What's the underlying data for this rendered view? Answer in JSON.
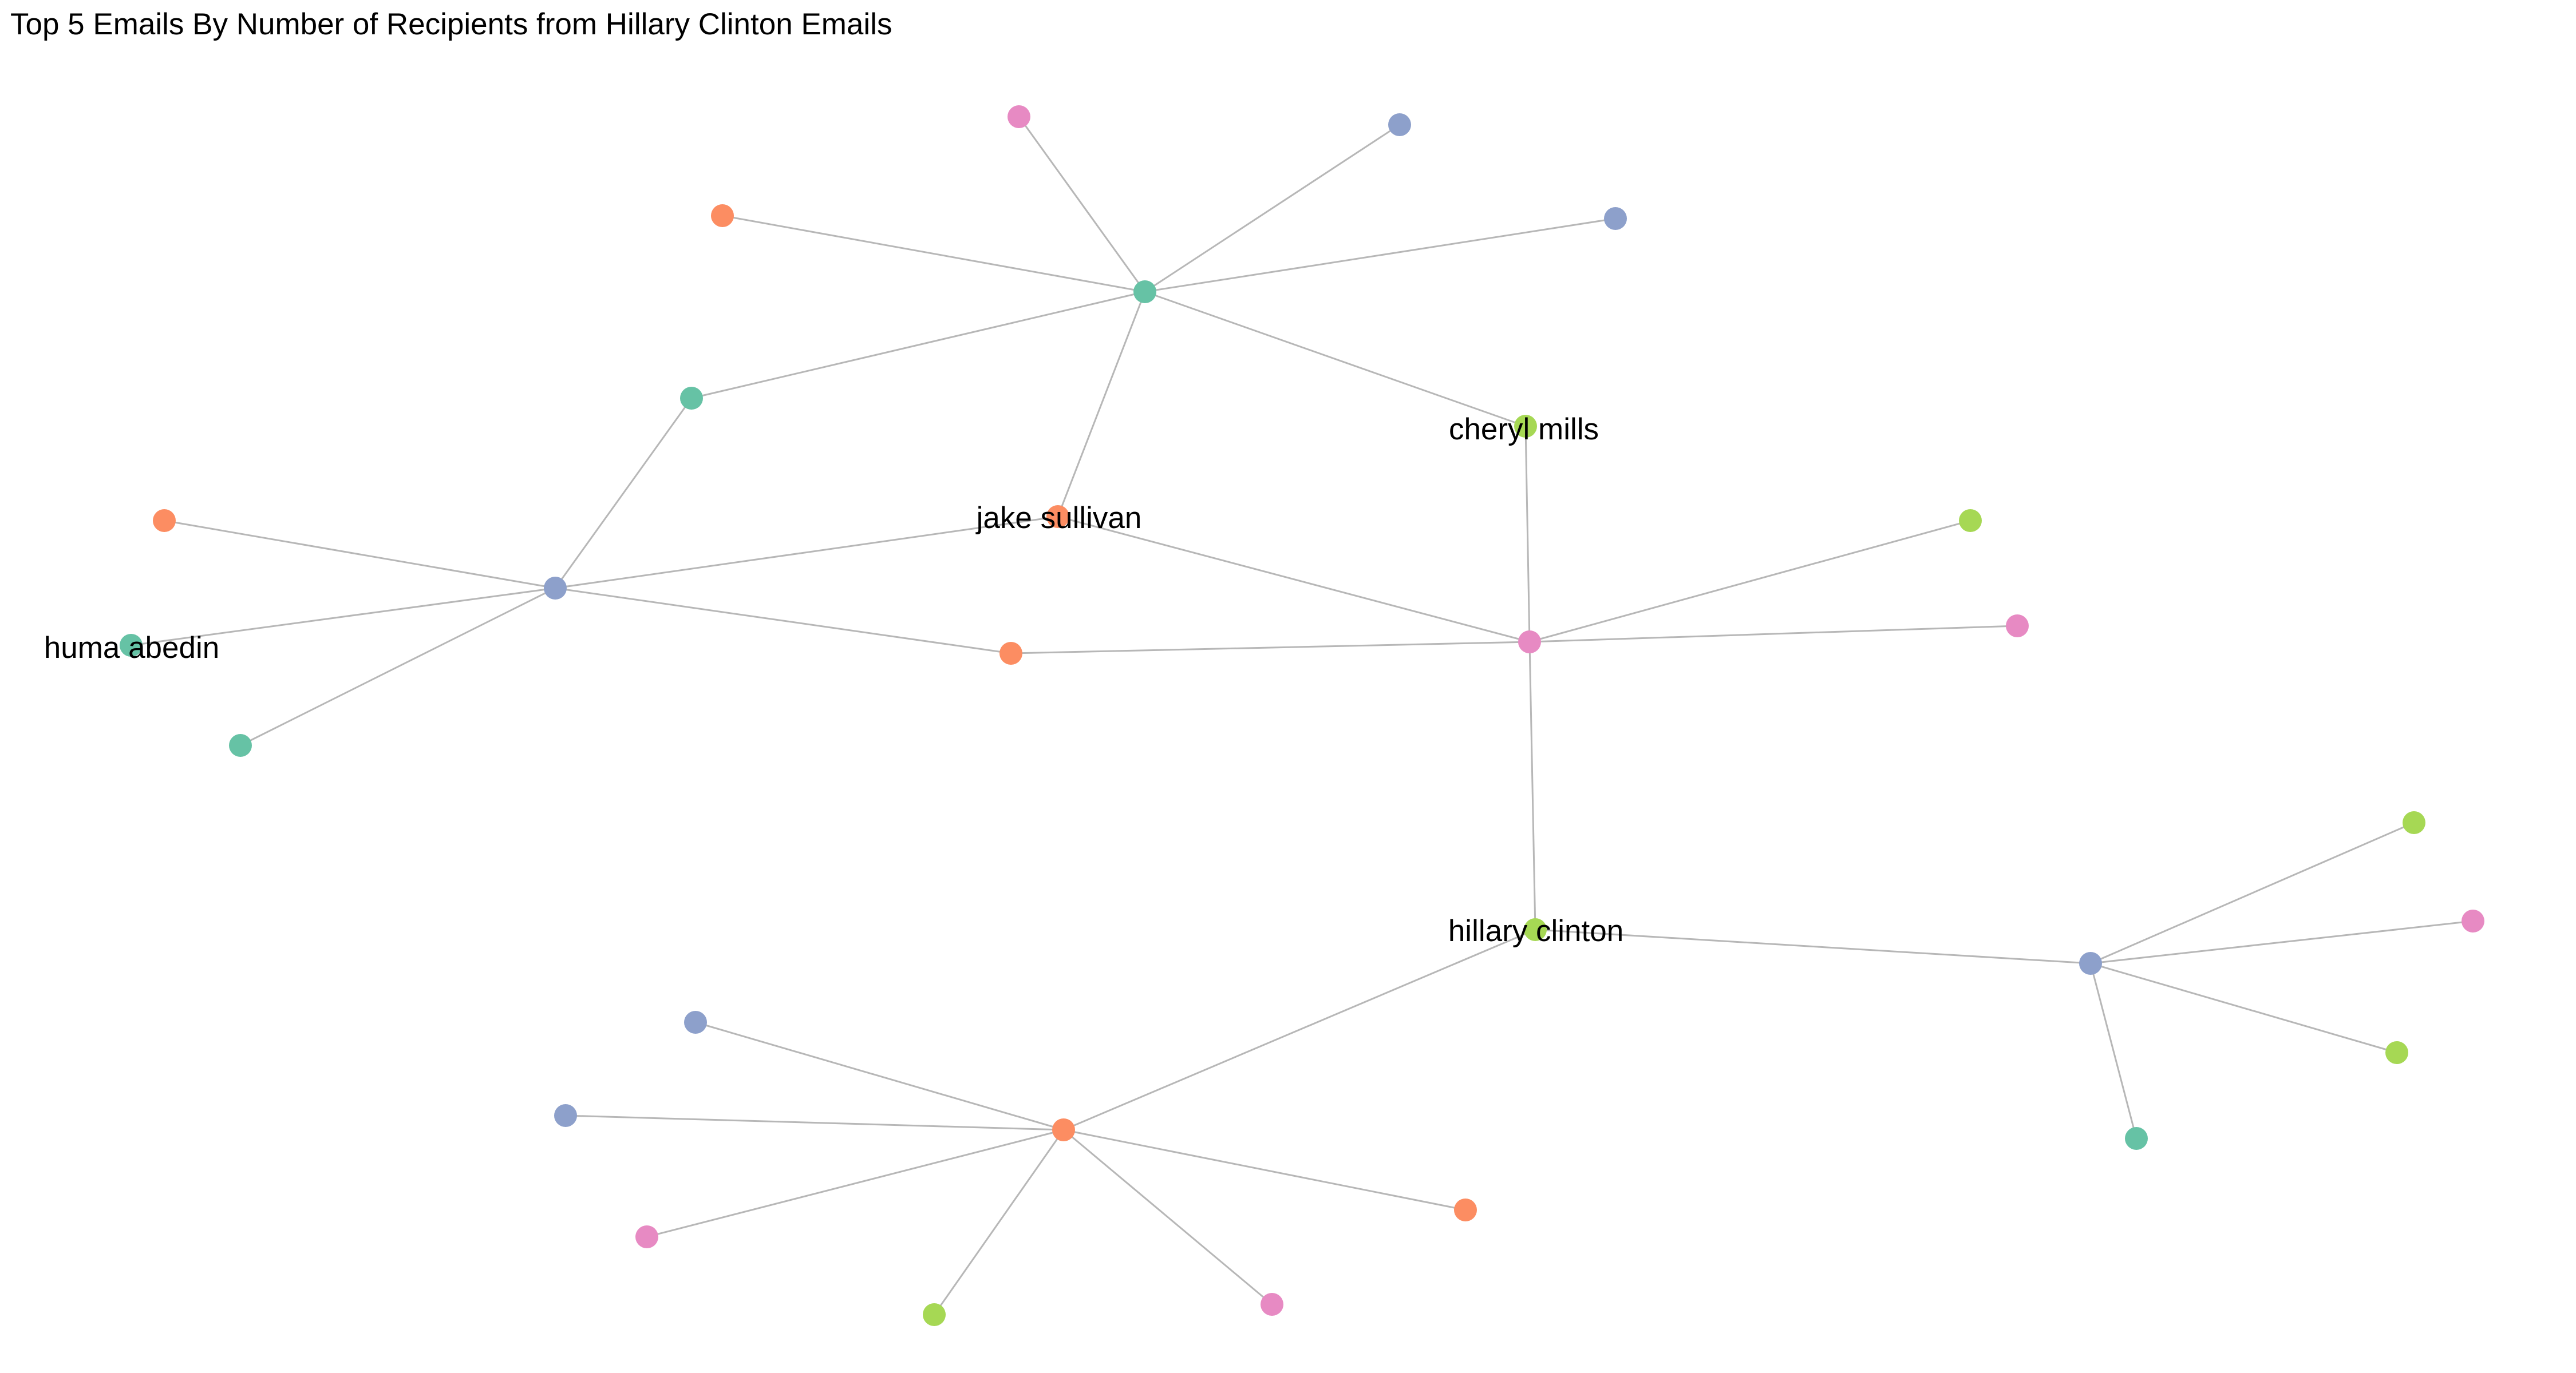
{
  "title": "Top 5 Emails By Number of Recipients from Hillary Clinton Emails",
  "palette": {
    "teal": "#66c2a5",
    "orange": "#fc8d62",
    "blue": "#8da0cb",
    "pink": "#e78ac3",
    "green": "#a6d854",
    "edge": "#999999"
  },
  "nodes": [
    {
      "id": "hub-top",
      "color": "teal",
      "label": ""
    },
    {
      "id": "huma-abedin-hub",
      "color": "blue",
      "label": ""
    },
    {
      "id": "cheryl-mills-hub",
      "color": "pink",
      "label": ""
    },
    {
      "id": "hillary-clinton",
      "color": "green",
      "label": "hillary clinton"
    },
    {
      "id": "hub-bottom",
      "color": "orange",
      "label": ""
    },
    {
      "id": "hub-right",
      "color": "blue",
      "label": ""
    },
    {
      "id": "cheryl-mills",
      "color": "green",
      "label": "cheryl mills"
    },
    {
      "id": "jake-sullivan",
      "color": "orange",
      "label": "jake sullivan"
    },
    {
      "id": "huma-abedin",
      "color": "teal",
      "label": "huma abedin"
    },
    {
      "id": "n-a1",
      "color": "pink",
      "label": ""
    },
    {
      "id": "n-a2",
      "color": "blue",
      "label": ""
    },
    {
      "id": "n-a3",
      "color": "orange",
      "label": ""
    },
    {
      "id": "n-a4",
      "color": "blue",
      "label": ""
    },
    {
      "id": "n-a5",
      "color": "teal",
      "label": ""
    },
    {
      "id": "n-b1",
      "color": "orange",
      "label": ""
    },
    {
      "id": "n-b2",
      "color": "teal",
      "label": ""
    },
    {
      "id": "n-b3",
      "color": "orange",
      "label": ""
    },
    {
      "id": "n-c1",
      "color": "green",
      "label": ""
    },
    {
      "id": "n-c2",
      "color": "pink",
      "label": ""
    },
    {
      "id": "n-d1",
      "color": "blue",
      "label": ""
    },
    {
      "id": "n-d2",
      "color": "blue",
      "label": ""
    },
    {
      "id": "n-d3",
      "color": "pink",
      "label": ""
    },
    {
      "id": "n-d4",
      "color": "green",
      "label": ""
    },
    {
      "id": "n-d5",
      "color": "pink",
      "label": ""
    },
    {
      "id": "n-d6",
      "color": "orange",
      "label": ""
    },
    {
      "id": "n-e1",
      "color": "green",
      "label": ""
    },
    {
      "id": "n-e2",
      "color": "pink",
      "label": ""
    },
    {
      "id": "n-e3",
      "color": "green",
      "label": ""
    },
    {
      "id": "n-e4",
      "color": "teal",
      "label": ""
    }
  ],
  "edges": [
    [
      "hub-top",
      "n-a1"
    ],
    [
      "hub-top",
      "n-a2"
    ],
    [
      "hub-top",
      "n-a3"
    ],
    [
      "hub-top",
      "n-a4"
    ],
    [
      "hub-top",
      "n-a5"
    ],
    [
      "hub-top",
      "cheryl-mills"
    ],
    [
      "hub-top",
      "jake-sullivan"
    ],
    [
      "huma-abedin-hub",
      "n-a5"
    ],
    [
      "huma-abedin-hub",
      "n-b1"
    ],
    [
      "huma-abedin-hub",
      "huma-abedin"
    ],
    [
      "huma-abedin-hub",
      "n-b2"
    ],
    [
      "huma-abedin-hub",
      "jake-sullivan"
    ],
    [
      "huma-abedin-hub",
      "n-b3"
    ],
    [
      "cheryl-mills-hub",
      "cheryl-mills"
    ],
    [
      "cheryl-mills-hub",
      "jake-sullivan"
    ],
    [
      "cheryl-mills-hub",
      "n-b3"
    ],
    [
      "cheryl-mills-hub",
      "n-c1"
    ],
    [
      "cheryl-mills-hub",
      "n-c2"
    ],
    [
      "cheryl-mills-hub",
      "hillary-clinton"
    ],
    [
      "hillary-clinton",
      "hub-bottom"
    ],
    [
      "hillary-clinton",
      "hub-right"
    ],
    [
      "hub-bottom",
      "n-d1"
    ],
    [
      "hub-bottom",
      "n-d2"
    ],
    [
      "hub-bottom",
      "n-d3"
    ],
    [
      "hub-bottom",
      "n-d4"
    ],
    [
      "hub-bottom",
      "n-d5"
    ],
    [
      "hub-bottom",
      "n-d6"
    ],
    [
      "hub-right",
      "n-e1"
    ],
    [
      "hub-right",
      "n-e2"
    ],
    [
      "hub-right",
      "n-e3"
    ],
    [
      "hub-right",
      "n-e4"
    ]
  ]
}
